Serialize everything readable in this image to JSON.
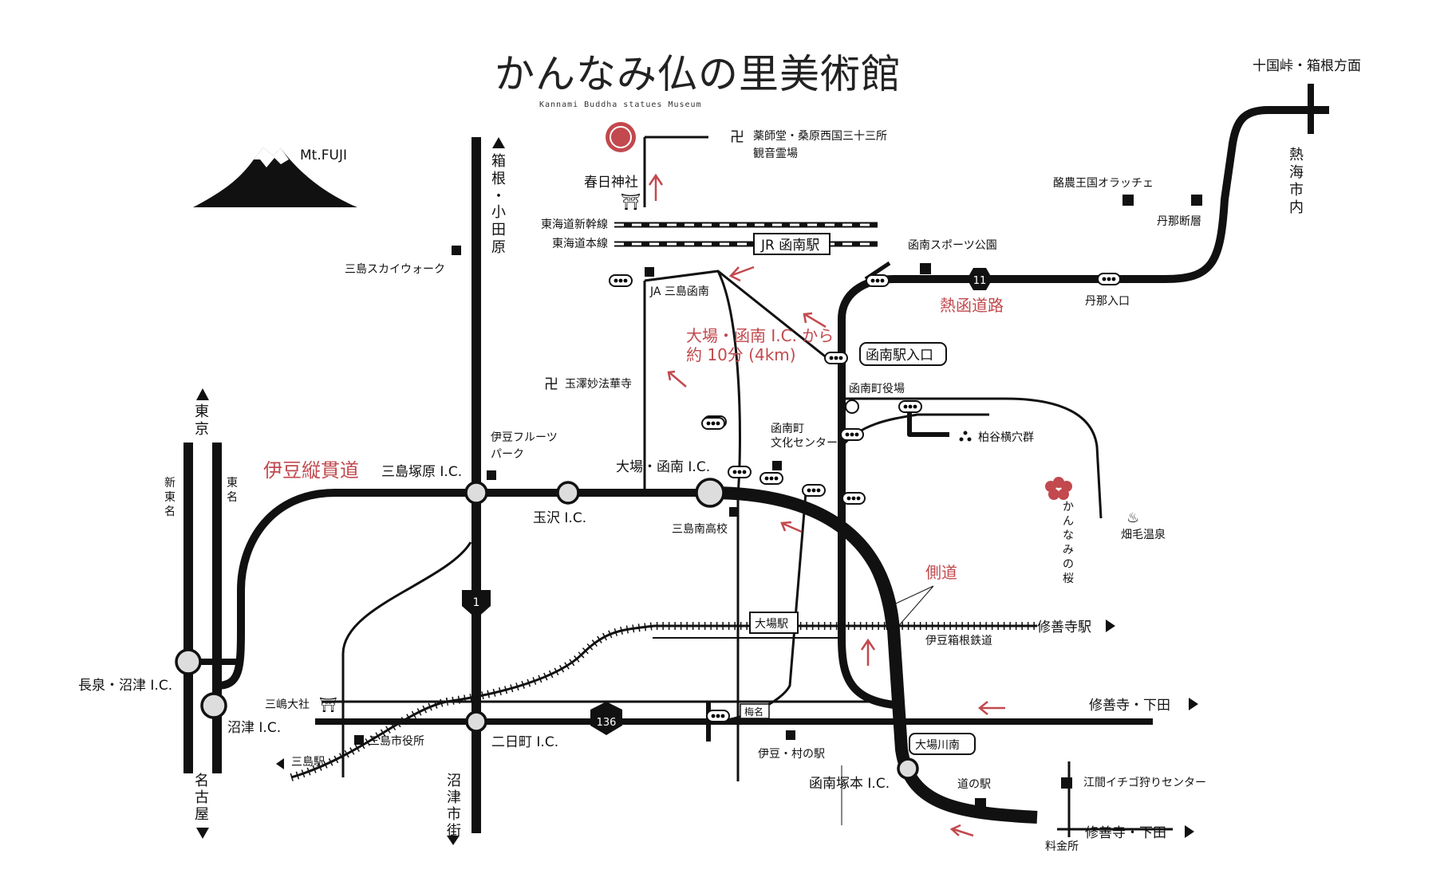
{
  "title": "かんなみ仏の里美術館",
  "subtitle": "Kannami Buddha statues Museum",
  "colors": {
    "accent": "#c2494e",
    "road": "#111111",
    "ic_fill": "#dddddd"
  },
  "mountain_label": "Mt.FUJI",
  "routes": {
    "izu_jukan": "伊豆縦貫道",
    "atami_road": "熱函道路",
    "side_road": "側道",
    "route1_num": "1",
    "route136_num": "136",
    "route11_num": "11",
    "tokaido_shinkansen": "東海道新幹線",
    "tokaido_main": "東海道本線",
    "izu_hakone_railway": "伊豆箱根鉄道"
  },
  "vertical_labels": {
    "hakone_odawara": "箱根・小田原",
    "tokyo": "東京",
    "nagoya": "名古屋",
    "numazu_city": "沼津市街",
    "shin_tomei": "新東名",
    "tomei": "東名",
    "atami_city": "熱海市内",
    "kannami_sakura": "かんなみの桜"
  },
  "interchanges": {
    "mishima_tsukahara": "三島塚原 I.C.",
    "tamazawa": "玉沢 I.C.",
    "ohba_kannami": "大場・函南 I.C.",
    "nagaizumi_numazu": "長泉・沼津 I.C.",
    "numazu": "沼津 I.C.",
    "futsukamachi": "二日町 I.C.",
    "kannami_tsukamoto": "函南塚本 I.C."
  },
  "stations": {
    "jr_kannami": "JR 函南駅",
    "ohba": "大場駅",
    "mishima": "三島駅",
    "shuzenji_station": "修善寺駅"
  },
  "places": {
    "yakushido_1": "薬師堂・桑原西国三十三所",
    "yakushido_2": "観音霊場",
    "kasuga_shrine": "春日神社",
    "mishima_skywalk": "三島スカイウォーク",
    "ja_mishima_kannami": "JA 三島函南",
    "gyokutaku_temple": "玉澤妙法華寺",
    "izu_fruits_1": "伊豆フルーツ",
    "izu_fruits_2": "パーク",
    "rakuno_okoku": "酪農王国オラッチェ",
    "tanna_fault": "丹那断層",
    "kannami_sports_park": "函南スポーツ公園",
    "tanna_iriguchi": "丹那入口",
    "kannami_station_entrance": "函南駅入口",
    "town_office": "函南町役場",
    "kashiwaya_caves": "柏谷横穴群",
    "culture_center_1": "函南町",
    "culture_center_2": "文化センター",
    "mishima_minami_hs": "三島南高校",
    "hatake_onsen": "畑毛温泉",
    "mishima_taisha": "三嶋大社",
    "mishima_city_hall": "三島市役所",
    "umena": "梅名",
    "izu_muranoeki": "伊豆・村の駅",
    "ohba_kawaminami": "大場川南",
    "michinoeki": "道の駅",
    "ema_strawberry": "江間イチゴ狩りセンター",
    "toll_booth": "料金所",
    "jikkoku_hakone": "十国峠・箱根方面",
    "shuzenji_shimoda": "修善寺・下田"
  },
  "access_note": {
    "line1": "大場・函南 I.C. から",
    "line2": "約 10分 (4km)"
  }
}
